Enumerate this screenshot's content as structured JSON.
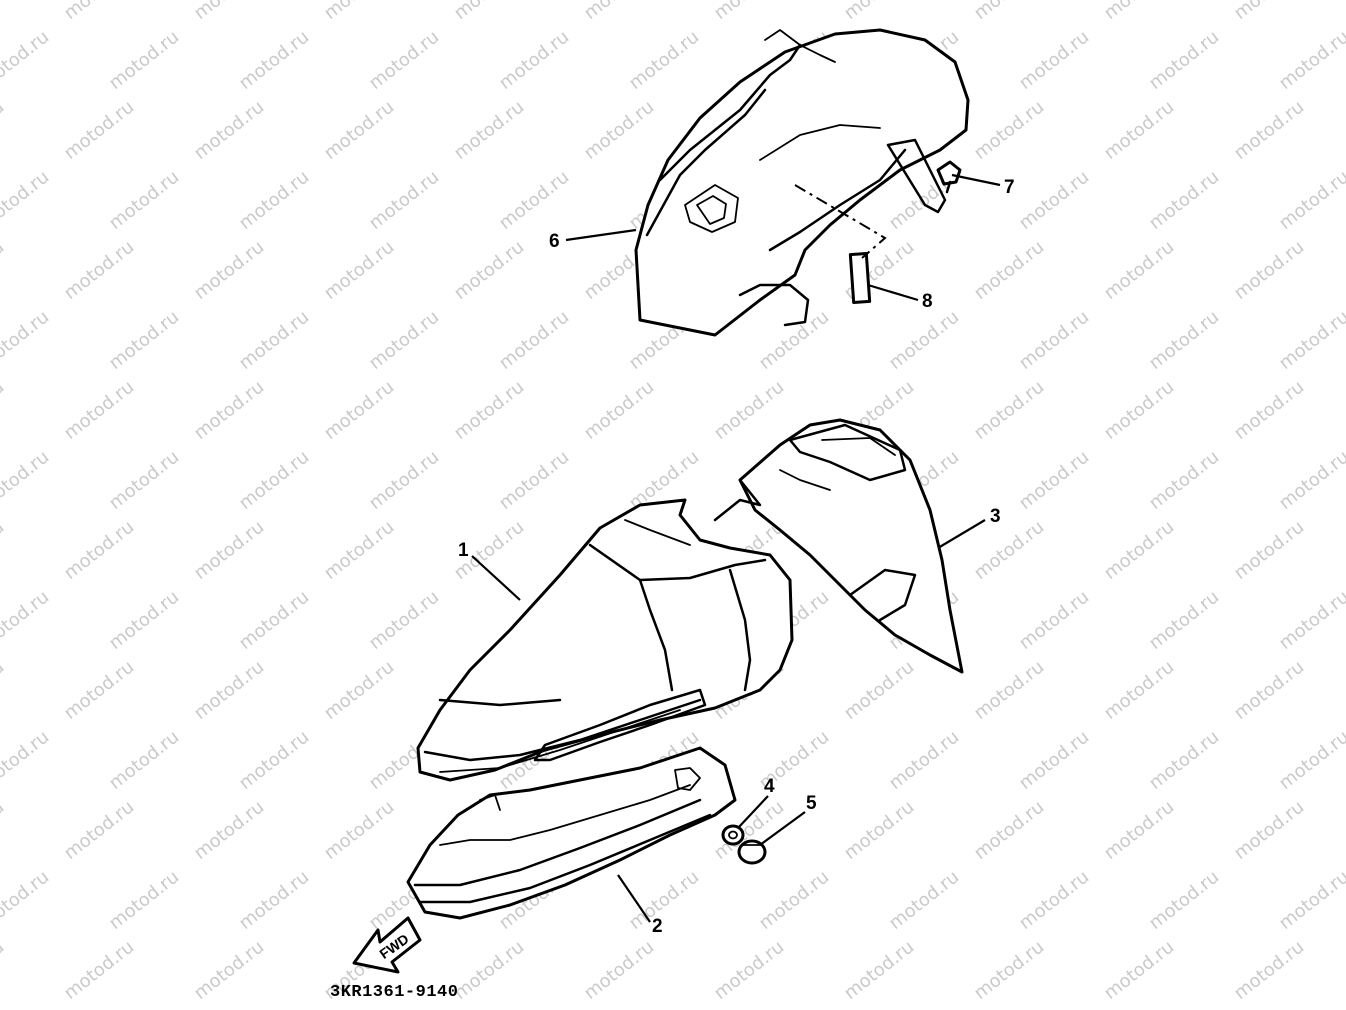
{
  "watermark": "motod.ru",
  "diagram_code": "3KR1361-9140",
  "fwd_label": "FWD",
  "callouts": [
    {
      "id": "1",
      "label": "1"
    },
    {
      "id": "2",
      "label": "2"
    },
    {
      "id": "3",
      "label": "3"
    },
    {
      "id": "4",
      "label": "4"
    },
    {
      "id": "5",
      "label": "5"
    },
    {
      "id": "6",
      "label": "6"
    },
    {
      "id": "7",
      "label": "7"
    },
    {
      "id": "8",
      "label": "8"
    }
  ]
}
